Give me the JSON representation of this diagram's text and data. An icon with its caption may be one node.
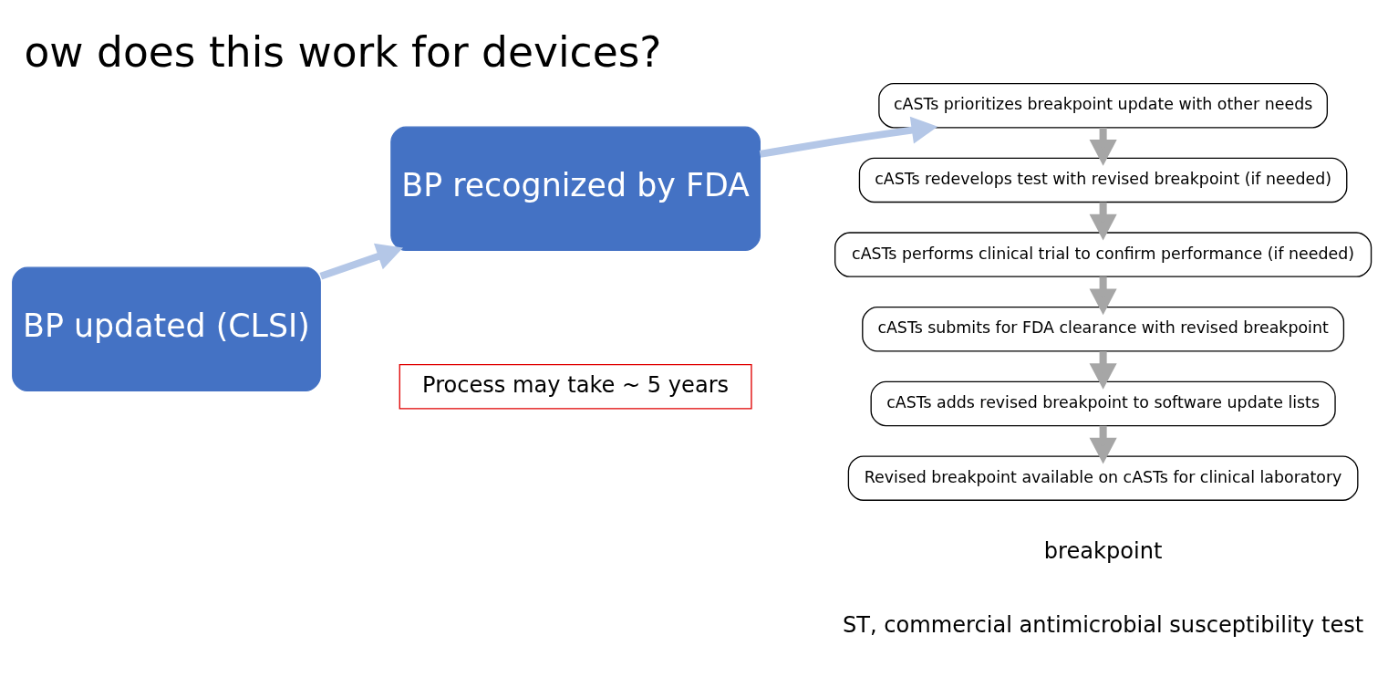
{
  "diagram": {
    "title": "ow does this work for devices?",
    "nodes": [
      {
        "text": [
          "BP updated (CLSI)"
        ]
      },
      {
        "text": [
          "BP recognized by FDA"
        ]
      },
      {
        "text": [
          "cASTs prioritizes breakpoint update with other needs"
        ]
      },
      {
        "text": [
          "cASTs redevelops test with revised breakpoint (if needed)"
        ]
      },
      {
        "text": [
          "cASTs performs clinical trial to confirm performance (if needed)"
        ]
      },
      {
        "text": [
          "cASTs submits for FDA clearance with revised breakpoint"
        ]
      },
      {
        "text": [
          "cASTs adds revised breakpoint to software update lists"
        ]
      },
      {
        "text": [
          "Revised breakpoint available on cASTs for clinical laboratory"
        ]
      },
      {
        "text": [
          "Process may take ~ 5 years"
        ]
      }
    ],
    "edges": [
      {
        "from": 0,
        "to": 1,
        "arrow": "to",
        "color": "#b4c7e7"
      },
      {
        "from": 1,
        "to": 2,
        "arrow": "to",
        "color": "#b4c7e7"
      },
      {
        "from": 2,
        "to": 3,
        "arrow": "to"
      },
      {
        "from": 3,
        "to": 4,
        "arrow": "to"
      },
      {
        "from": 4,
        "to": 5,
        "arrow": "to"
      },
      {
        "from": 5,
        "to": 6,
        "arrow": "to"
      },
      {
        "from": 6,
        "to": 7,
        "arrow": "to"
      }
    ],
    "labels": [
      "breakpoint",
      "ST, commercial antimicrobial susceptibility test"
    ]
  }
}
